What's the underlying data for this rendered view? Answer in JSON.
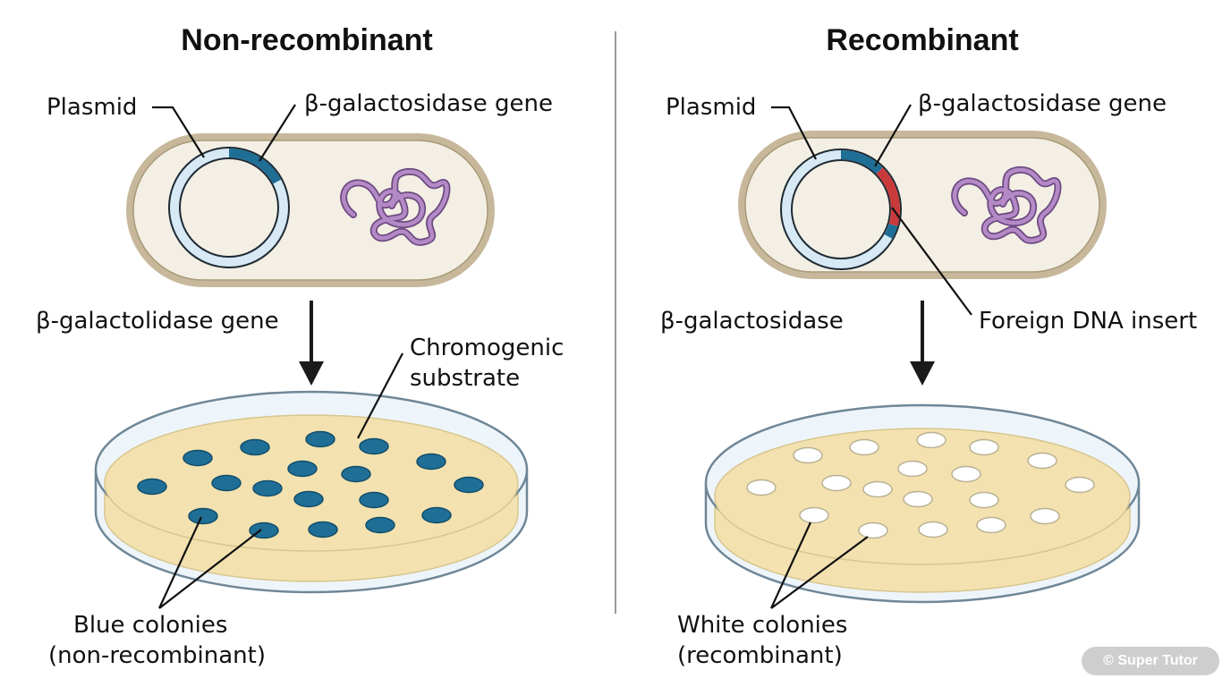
{
  "panels": {
    "left": {
      "title": "Non-recombinant",
      "plasmid_label": "Plasmid",
      "gene_label": "β-galactosidase gene",
      "arrow_label": "β-galactolidase gene",
      "substrate_label_line1": "Chromogenic",
      "substrate_label_line2": "substrate",
      "colonies_label_line1": "Blue colonies",
      "colonies_label_line2": "(non-recombinant)",
      "colony_color": "#1f6e96"
    },
    "right": {
      "title": "Recombinant",
      "plasmid_label": "Plasmid",
      "gene_label": "β-galactosidase gene",
      "arrow_label": "β-galactosidase",
      "insert_label": "Foreign DNA insert",
      "colonies_label_line1": "White colonies",
      "colonies_label_line2": "(recombinant)",
      "colony_color": "#ffffff",
      "insert_color": "#c93a3a"
    }
  },
  "colors": {
    "gene": "#1f6e96",
    "plasmid": "#d6e9f5",
    "cell_wall": "#c7b89b",
    "cytoplasm": "#f3efe4",
    "chromosome": "#9a6bb0",
    "agar": "#f3e2b0"
  },
  "watermark": "© Super Tutor"
}
